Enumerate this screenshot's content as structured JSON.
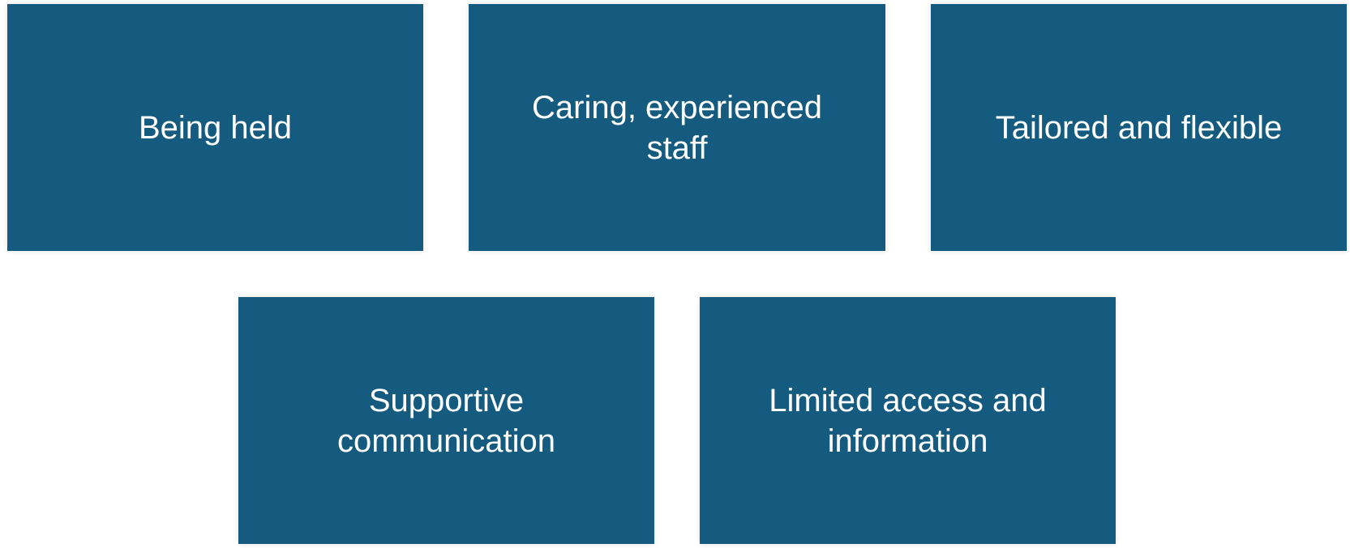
{
  "diagram": {
    "colors": {
      "box_fill": "#155b80",
      "text": "#ffffff",
      "background": "#ffffff"
    },
    "boxes": [
      {
        "label": "Being held"
      },
      {
        "label": "Caring, experienced staff"
      },
      {
        "label": "Tailored and flexible"
      },
      {
        "label": "Supportive communication"
      },
      {
        "label": "Limited access and information"
      }
    ]
  }
}
